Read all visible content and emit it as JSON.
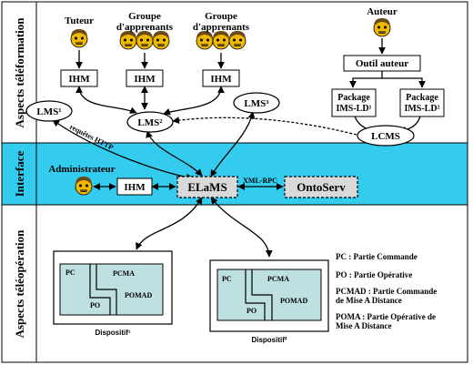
{
  "side_labels": {
    "top": "Aspects téléformation",
    "middle": "Interface",
    "bottom": "Aspects téléopération"
  },
  "actors": {
    "tuteur": "Tuteur",
    "groupe_1": "Groupe d'apprenants",
    "groupe_2": "Groupe d'apprenants",
    "auteur": "Auteur",
    "administrateur": "Administrateur"
  },
  "boxes": {
    "ihm_1": "IHM",
    "ihm_2": "IHM",
    "ihm_3": "IHM",
    "ihm_interface": "IHM",
    "outil_auteur": "Outil auteur",
    "package_1_line1": "Package",
    "package_1_line2": "IMS-LD¹",
    "package_2_line1": "Package",
    "package_2_line2": "IMS-LD²",
    "elams": "ELaMS",
    "ontoserv": "OntoServ"
  },
  "ellipses": {
    "lms1": "LMS¹",
    "lms2": "LMS²",
    "lms3": "LMS³",
    "lcms": "LCMS"
  },
  "edge_labels": {
    "http": "requêtes HTTP",
    "xmlrpc": "XML-RPC"
  },
  "devices": {
    "d1": {
      "pc": "PC",
      "pcma": "PCMA",
      "po": "PO",
      "pomad": "POMAD",
      "caption": "Dispositif¹"
    },
    "d2": {
      "pc": "PC",
      "pcma": "PCMA",
      "po": "PO",
      "pomad": "POMAD",
      "caption": "Dispositif²"
    }
  },
  "legend": {
    "pc": "PC : Partie Commande",
    "po": "PO : Partie Opérative",
    "pcmad_1": "PCMAD : Partie Commande",
    "pcmad_2": "de Mise A Distance",
    "poma_1": "POMA : Partie Opérative de",
    "poma_2": "Mise A Distance"
  },
  "colors": {
    "interface_band": "#33ccee",
    "face": "#f0b800",
    "device_fill": "#bfe0e0",
    "dashed_fill": "#d9d9d9"
  }
}
